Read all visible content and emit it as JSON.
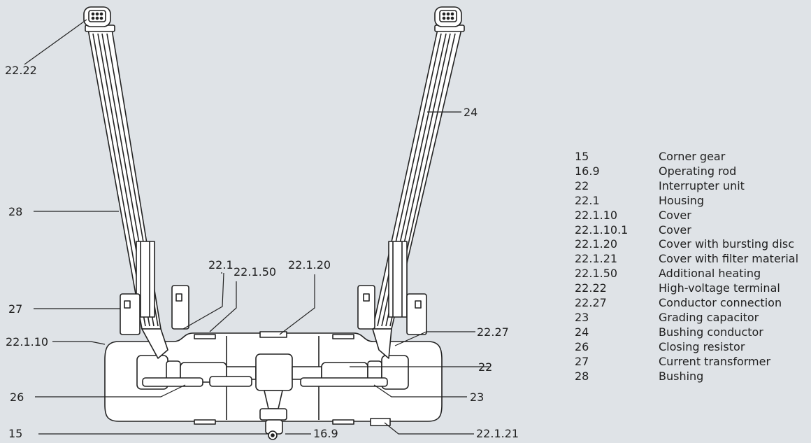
{
  "callouts": {
    "c_22_22": "22.22",
    "c_24": "24",
    "c_28": "28",
    "c_22_1": "22.1",
    "c_22_1_20": "22.1.20",
    "c_22_1_50": "22.1.50",
    "c_27": "27",
    "c_22_27": "22.27",
    "c_22_1_10": "22.1.10",
    "c_22": "22",
    "c_26": "26",
    "c_23": "23",
    "c_15": "15",
    "c_16_9": "16.9",
    "c_22_1_21": "22.1.21"
  },
  "legend": [
    {
      "code": "15",
      "desc": "Corner gear"
    },
    {
      "code": "16.9",
      "desc": "Operating rod"
    },
    {
      "code": "22",
      "desc": "Interrupter unit"
    },
    {
      "code": "22.1",
      "desc": "Housing"
    },
    {
      "code": "22.1.10",
      "desc": "Cover"
    },
    {
      "code": "22.1.10.1",
      "desc": "Cover"
    },
    {
      "code": "22.1.20",
      "desc": "Cover with bursting disc"
    },
    {
      "code": "22.1.21",
      "desc": "Cover with filter material"
    },
    {
      "code": "22.1.50",
      "desc": "Additional heating"
    },
    {
      "code": "22.22",
      "desc": "High-voltage terminal"
    },
    {
      "code": "22.27",
      "desc": "Conductor connection"
    },
    {
      "code": "23",
      "desc": "Grading capacitor"
    },
    {
      "code": "24",
      "desc": "Bushing conductor"
    },
    {
      "code": "26",
      "desc": "Closing resistor"
    },
    {
      "code": "27",
      "desc": "Current transformer"
    },
    {
      "code": "28",
      "desc": "Bushing"
    }
  ],
  "colors": {
    "background": "#dfe3e7",
    "part_fill": "#ffffff",
    "outline": "#222222",
    "text": "#1f1f1f"
  }
}
